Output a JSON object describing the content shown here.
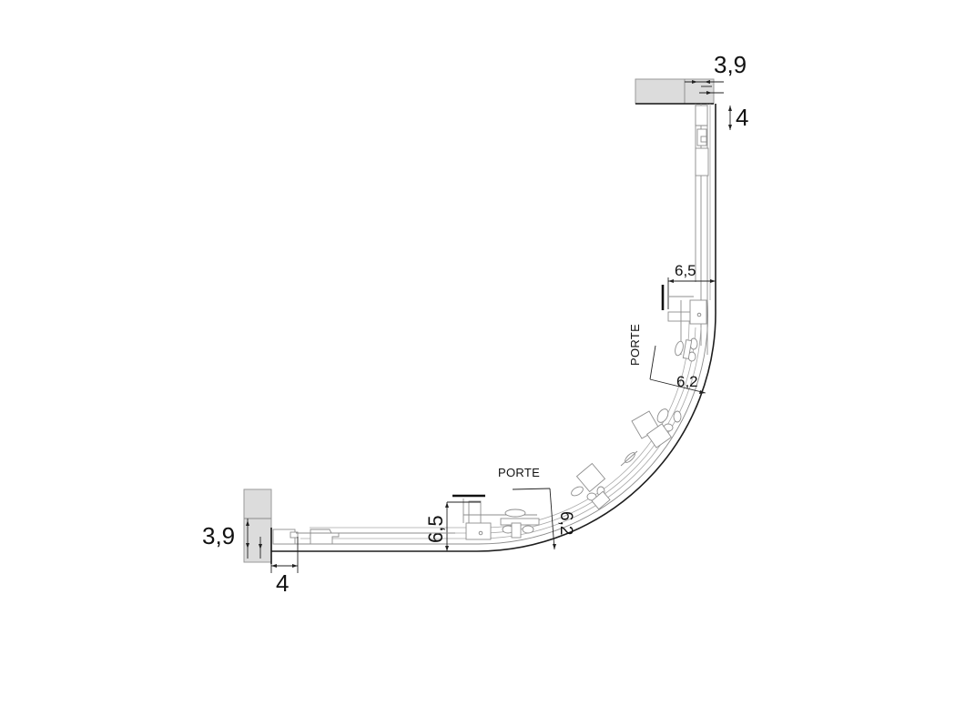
{
  "drawing": {
    "subject": "quarter-round shower enclosure plan view",
    "line_color": "#1e1e1e",
    "wall_color": "#dcdcdc",
    "dimensions": {
      "top_right_wall_offset": "3,9",
      "top_right_profile_depth": "4",
      "right_profile_width": "6,5",
      "right_door_width": "6,2",
      "bottom_left_wall_offset": "3,9",
      "bottom_left_profile_depth": "4",
      "bottom_profile_width": "6,5",
      "bottom_door_width": "6,2"
    },
    "labels": {
      "door_right": "PORTE",
      "door_bottom": "PORTE"
    }
  }
}
